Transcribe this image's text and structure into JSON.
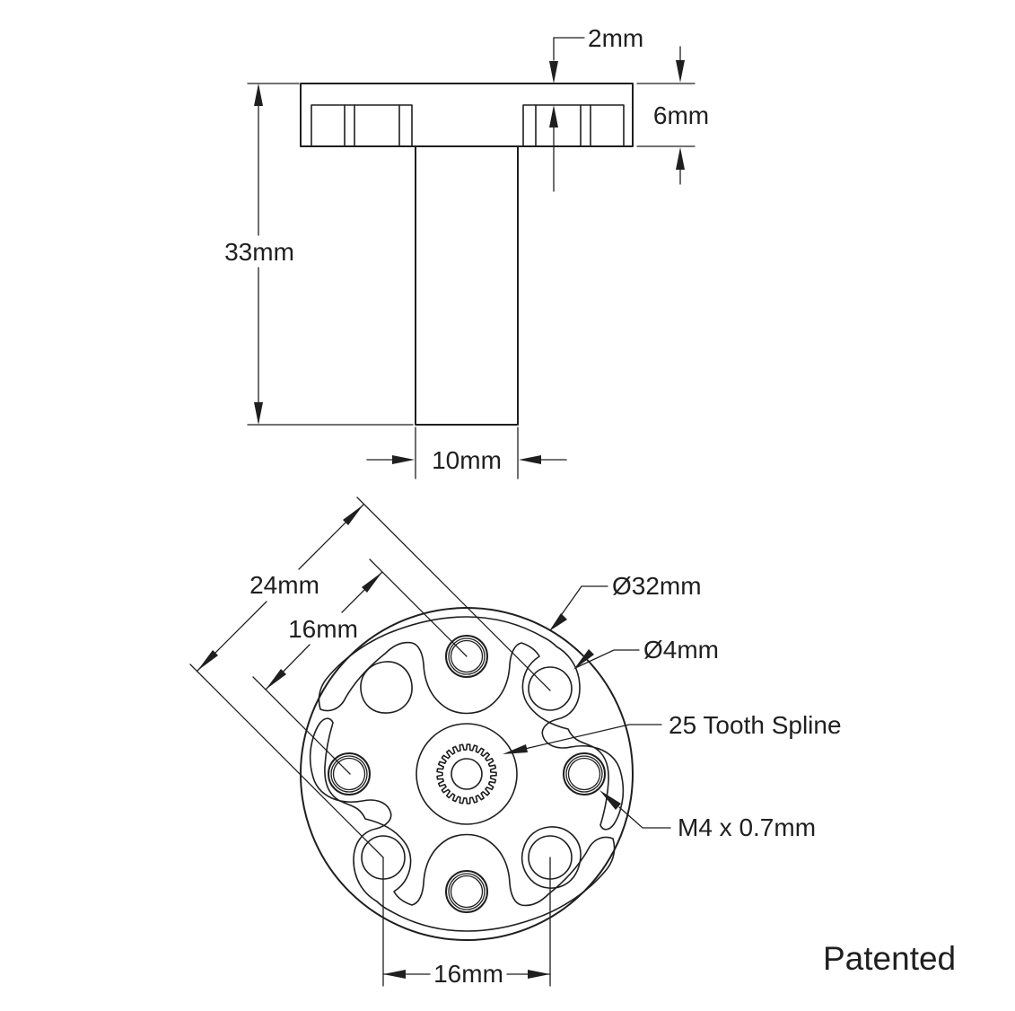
{
  "drawing": {
    "side_view": {
      "labels": {
        "step_depth": "2mm",
        "flange_thickness": "6mm",
        "overall_length": "33mm",
        "shaft_diameter": "10mm"
      }
    },
    "front_view": {
      "labels": {
        "diagonal_spacing_outer": "24mm",
        "diagonal_spacing_inner": "16mm",
        "outer_diameter": "Ø32mm",
        "through_hole_diameter": "Ø4mm",
        "spline_callout": "25 Tooth Spline",
        "thread_callout": "M4 x 0.7mm",
        "bottom_hole_spacing": "16mm"
      }
    },
    "footer": {
      "patent_note": "Patented"
    },
    "colors": {
      "line": "#1f1f1f",
      "background": "#ffffff"
    }
  }
}
